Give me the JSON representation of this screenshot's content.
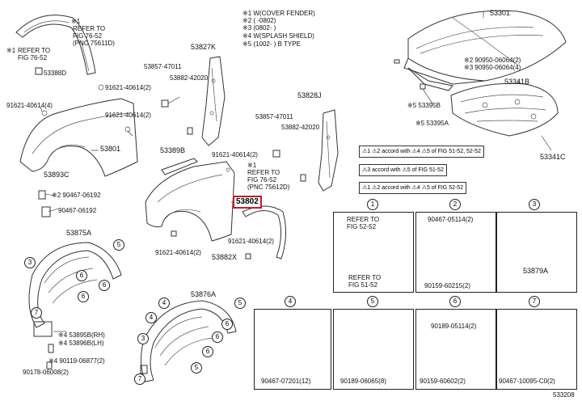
{
  "diagram": {
    "figure_id": "533208",
    "legend": [
      "※1 W(COVER FENDER)",
      "※2 (    -0802)",
      "※3 (0802-    )",
      "※4 W(SPLASH SHIELD)",
      "※5 (1002-    ) B TYPE"
    ],
    "top_left_note": [
      "※1",
      "REFER TO",
      "FIG 76-52",
      "(PNC 75611D)"
    ],
    "left_note": [
      "※1",
      "REFER TO",
      "FIG 76-52"
    ],
    "mid_note": [
      "※1",
      "REFER TO",
      "FIG 76-52",
      "(PNC 75612D)"
    ],
    "labels": {
      "l53301": "53301",
      "l90950a": "※2 90950-06064(2)",
      "l90950b": "※3 90950-06064(4)",
      "l53341b": "53341B",
      "l53395b": "※5 53395B",
      "l53395a": "※5 53395A",
      "l53341c": "53341C",
      "l53388d": "53388D",
      "l91621_top": "91621-40614(2)",
      "l91621_4": "91621-40614(4)",
      "l91621_2b": "91621-40614(2)",
      "l53801": "53801",
      "l53827k": "53827K",
      "l53857a": "53857-47011",
      "l53882a": "53882-42020",
      "l53389b": "53389B",
      "l91621_mid": "91621-40614(2)",
      "l53828j": "53828J",
      "l53857b": "53857-47011",
      "l53882b": "53882-42020",
      "l53802": "53802",
      "l53893c": "53893C",
      "l90467_a": "※2 90467-06192",
      "l90467_b": "90467-06192",
      "l53875a": "53875A",
      "l53895b": "※4 53895B(RH)",
      "l53896b": "※4 53896B(LH)",
      "l90119": "※4 90119-06877(2)",
      "l90178": "90178-06008(2)",
      "l91621_bl": "91621-40614(2)",
      "l53882x": "53882X",
      "l91621_br": "91621-40614(2)",
      "l53876a": "53876A"
    },
    "notes": [
      "⚠1 ⚠2 accord with ⚠4 ⚠5 of FIG 51-52, 52-52",
      "⚠3 accord with ⚠5 of FIG 51-52",
      "⚠1 ⚠2 accord with ⚠4 ⚠5 of FIG 52-52"
    ],
    "detail_boxes": [
      {
        "num": "1",
        "texts": [
          "REFER TO",
          "FIG 52-52",
          "REFER TO",
          "FIG 51-52"
        ]
      },
      {
        "num": "2",
        "texts": [
          "90467-05114(2)",
          "90159-60215(2)"
        ]
      },
      {
        "num": "3",
        "texts": [
          "53879A"
        ]
      },
      {
        "num": "4",
        "texts": [
          "90467-07201(12)"
        ]
      },
      {
        "num": "5",
        "texts": [
          "90189-06065(8)"
        ]
      },
      {
        "num": "6",
        "texts": [
          "90189-05114(2)",
          "90159-60602(2)"
        ]
      },
      {
        "num": "7",
        "texts": [
          "90467-10095-C0(2)"
        ]
      }
    ],
    "callouts": [
      "1",
      "2",
      "3",
      "4",
      "5",
      "6",
      "7"
    ]
  }
}
